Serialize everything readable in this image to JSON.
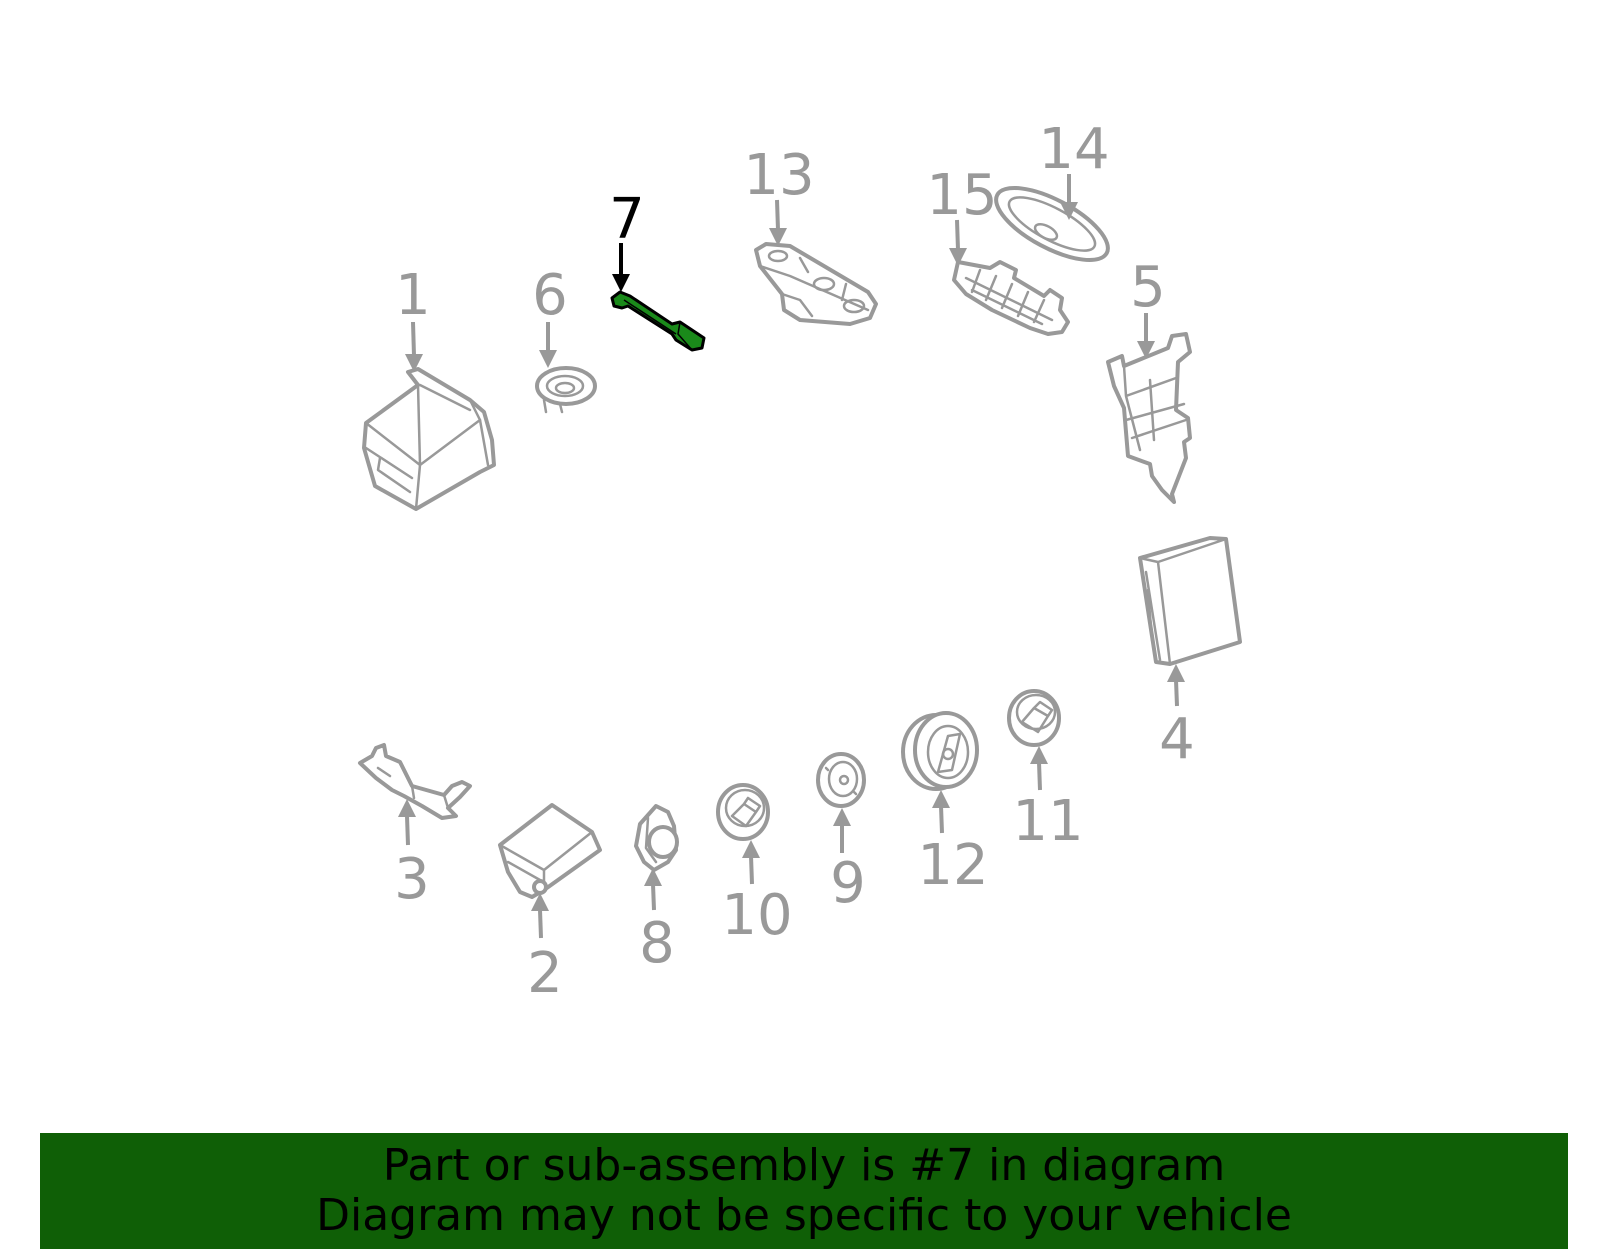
{
  "callouts": {
    "c1": "1",
    "c2": "2",
    "c3": "3",
    "c4": "4",
    "c5": "5",
    "c6": "6",
    "c7": "7",
    "c8": "8",
    "c9": "9",
    "c10": "10",
    "c11": "11",
    "c12": "12",
    "c13": "13",
    "c14": "14",
    "c15": "15"
  },
  "highlighted_part": "7",
  "banner": {
    "line1": "Part or sub-assembly is #7 in diagram",
    "line2": "Diagram may not be specific to your vehicle",
    "background_color": "#0f5f06"
  },
  "colors": {
    "part_outline": "#999999",
    "highlight_fill": "#1a8a1a"
  }
}
